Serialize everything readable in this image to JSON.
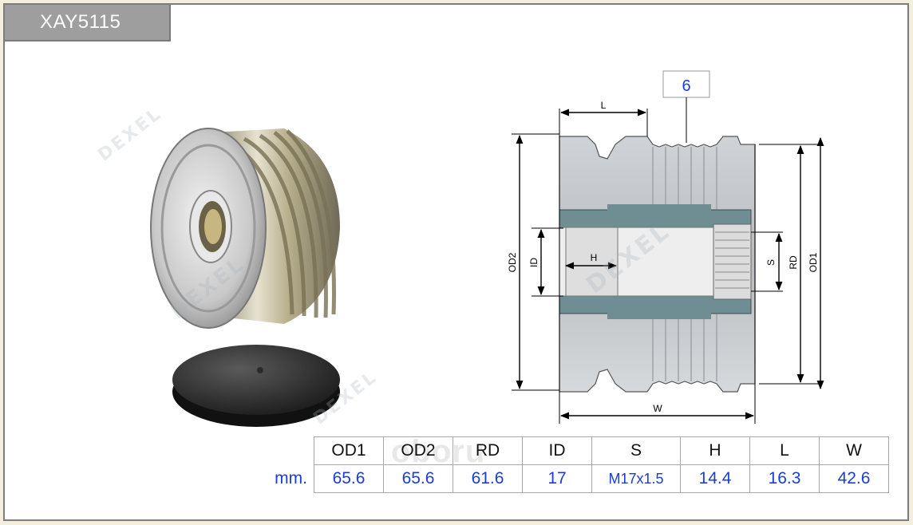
{
  "part_number": "XAY5115",
  "watermark_brand": "DEXEL",
  "site_watermark": "oboru",
  "drawing": {
    "groove_count": "6",
    "labels": {
      "L": "L",
      "OD2": "OD2",
      "ID": "ID",
      "H": "H",
      "S": "S",
      "RD": "RD",
      "OD1": "OD1",
      "W": "W"
    }
  },
  "spec_table": {
    "unit": "mm.",
    "headers": [
      "OD1",
      "OD2",
      "RD",
      "ID",
      "S",
      "H",
      "L",
      "W"
    ],
    "values": [
      "65.6",
      "65.6",
      "61.6",
      "17",
      "M17x1.5",
      "14.4",
      "16.3",
      "42.6"
    ]
  },
  "colors": {
    "value_blue": "#1b3dd6",
    "tag_gray": "#9e9e9e",
    "hub_section": "#6e8e94"
  }
}
